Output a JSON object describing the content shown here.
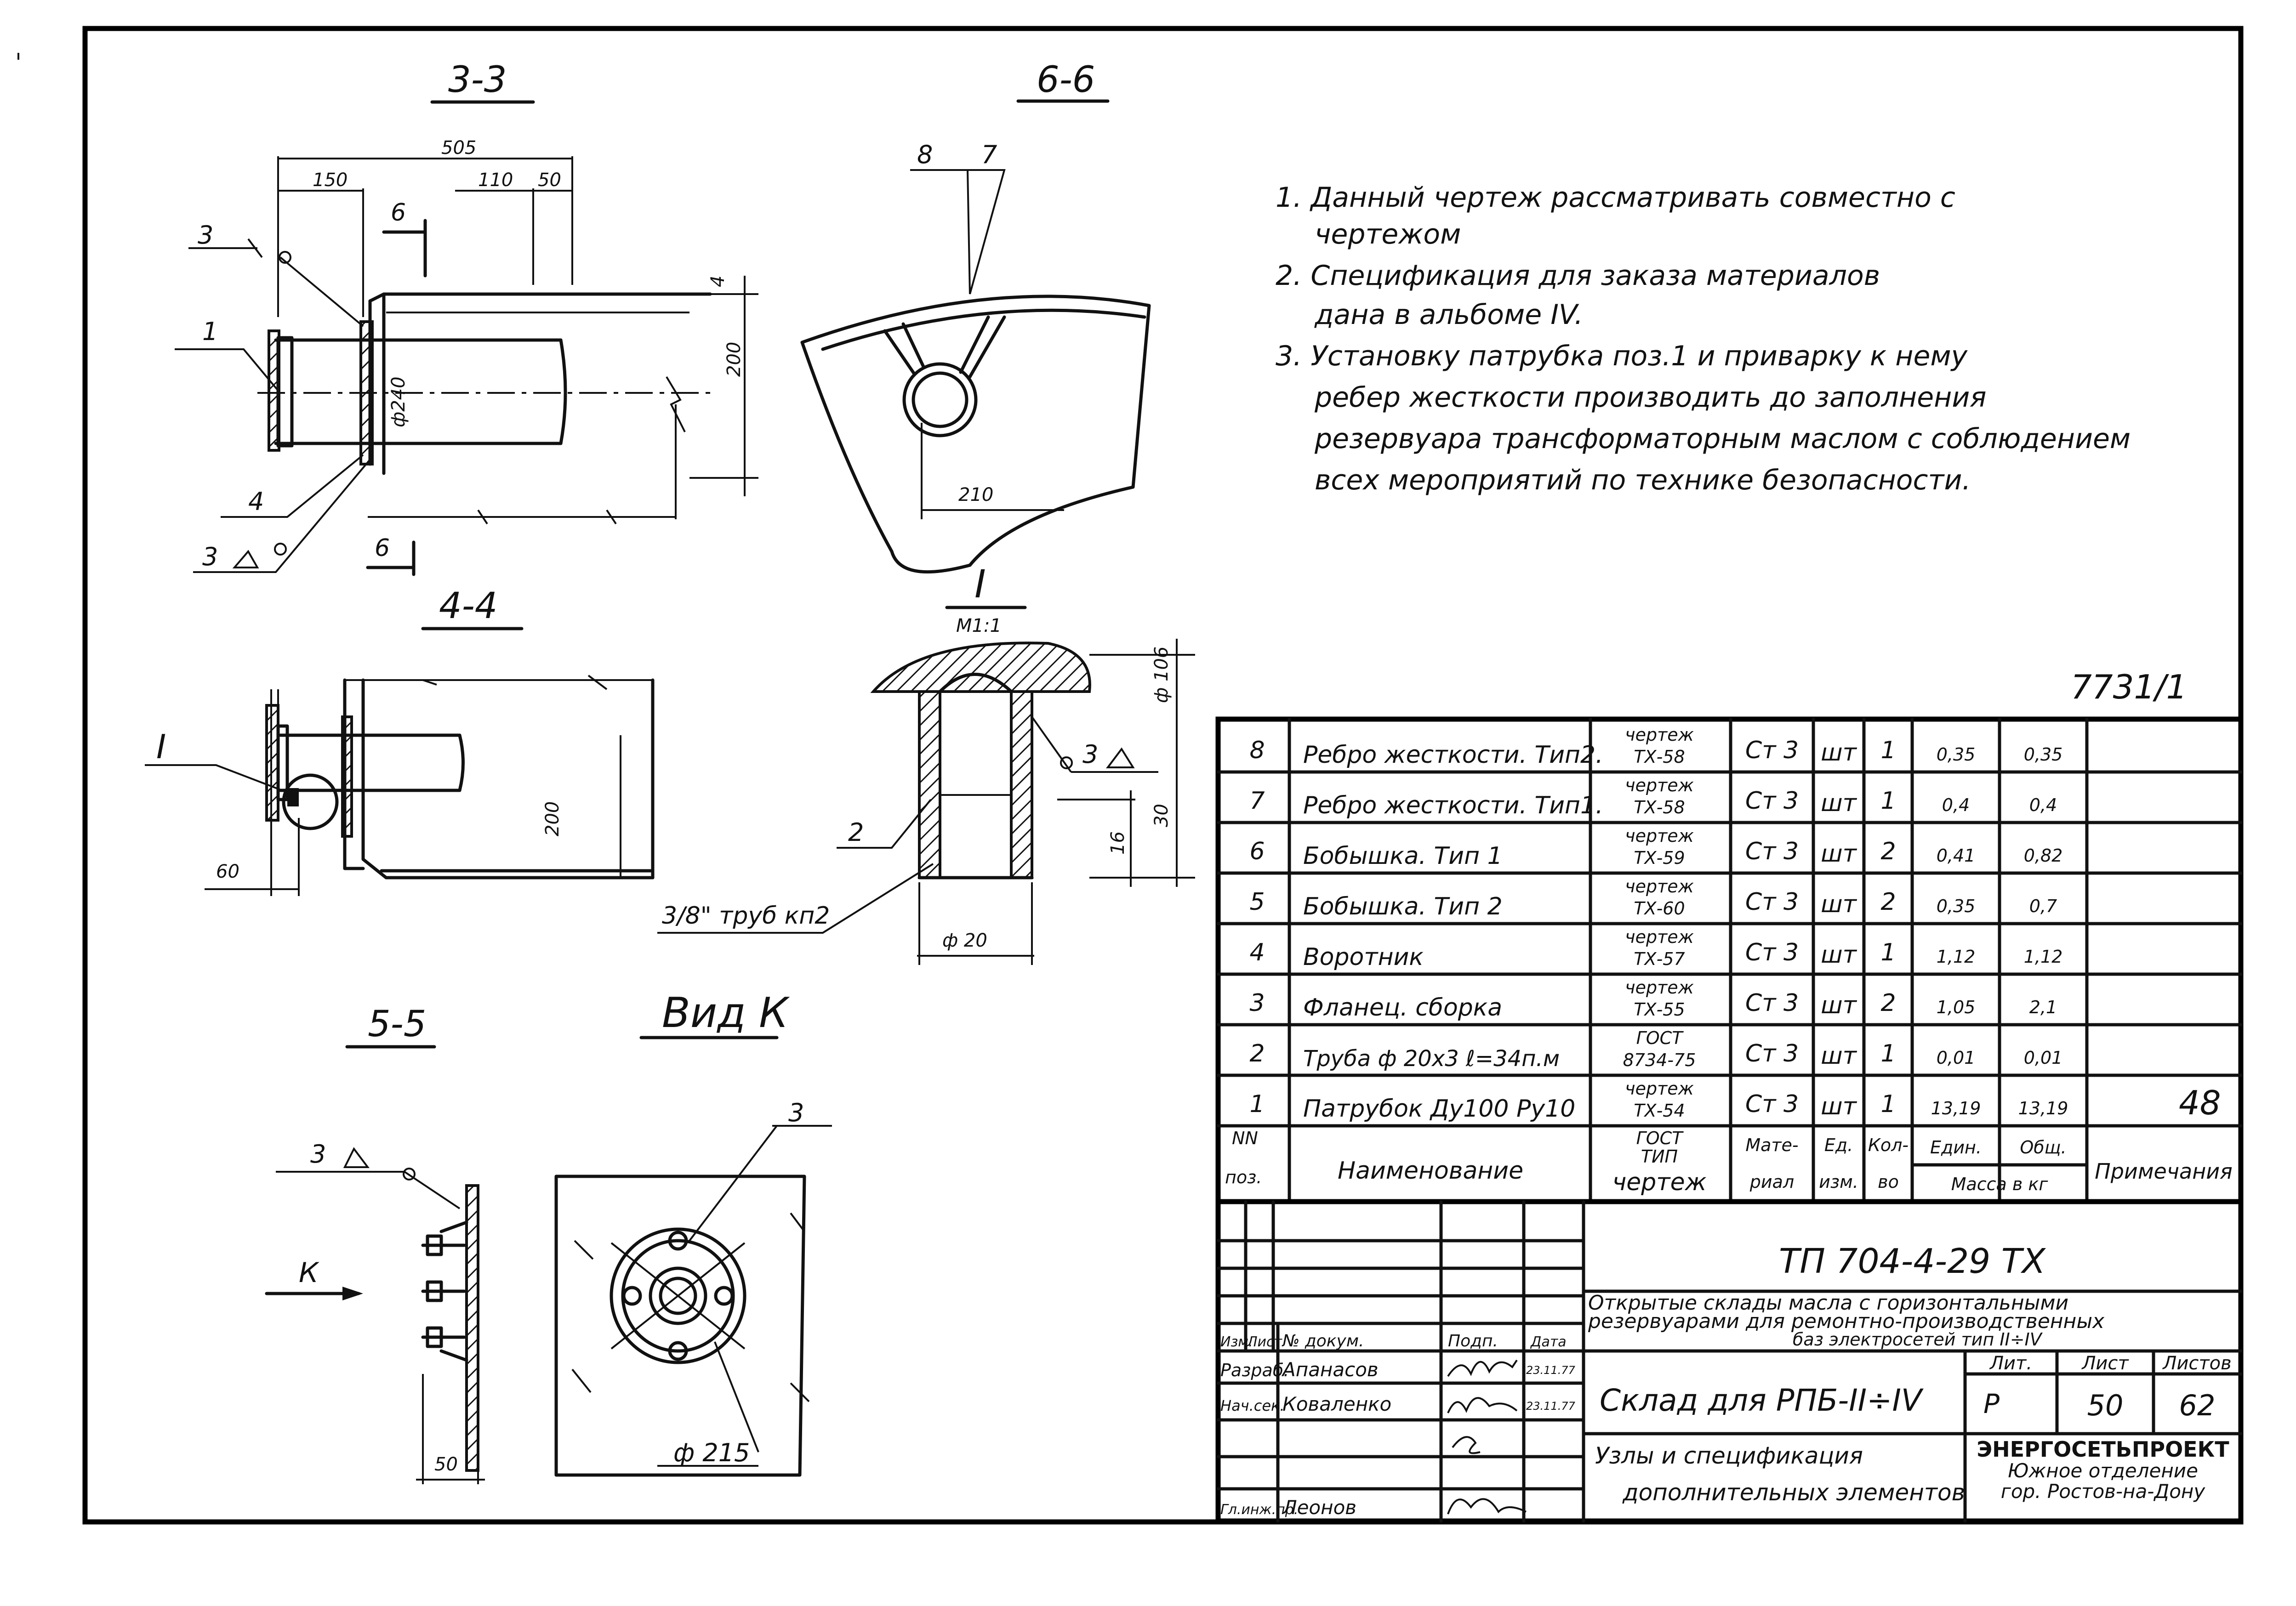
{
  "views": {
    "s33": {
      "title": "3-3",
      "dim_total": "505",
      "dim_150": "150",
      "dim_110": "110",
      "dim_50": "50",
      "dim_4": "4",
      "dim_200": "200",
      "dim_phi": "ф240",
      "pos1": "1",
      "pos3": "3",
      "pos4": "4",
      "weld": "3",
      "cut_label_top": "6",
      "cut_label_bottom": "6"
    },
    "s66": {
      "title": "6-6",
      "pos8": "8",
      "pos7": "7",
      "dim_210": "210"
    },
    "s44": {
      "title": "4-4",
      "callout": "I",
      "dim_60": "60",
      "dim_200": "200"
    },
    "detailI": {
      "title": "I",
      "scale": "М1:1",
      "dim_phi106": "ф 106",
      "dim_30": "30",
      "dim_16": "16",
      "dim_phi20": "ф 20",
      "weld": "3",
      "pos2": "2",
      "pipe_note": "3/8\" труб кп2"
    },
    "s55": {
      "title": "5-5",
      "weld": "3",
      "arrow": "К",
      "dim_50": "50"
    },
    "vidK": {
      "title": "Вид К",
      "pos3": "3",
      "dim_phi215": "ф 215"
    }
  },
  "notes": [
    "1. Данный чертеж рассматривать совместно с",
    "чертежом",
    "2. Спецификация для заказа материалов",
    "дана в альбоме IV.",
    "3. Установку патрубка поз.1 и приварку к нему",
    "ребер жесткости производить до заполнения",
    "резервуара трансформаторным маслом с соблюдением",
    "всех мероприятий по технике безопасности."
  ],
  "sheet_ref": "7731/1",
  "side_number": "48",
  "spec": {
    "rows": [
      {
        "pos": "8",
        "name": "Ребро жесткости. Тип2.",
        "doc1": "чертеж",
        "doc2": "ТХ-58",
        "mat": "Ст 3",
        "unit": "шт",
        "qty": "1",
        "m1": "0,35",
        "m2": "0,35",
        "note": ""
      },
      {
        "pos": "7",
        "name": "Ребро жесткости. Тип1.",
        "doc1": "чертеж",
        "doc2": "ТХ-58",
        "mat": "Ст 3",
        "unit": "шт",
        "qty": "1",
        "m1": "0,4",
        "m2": "0,4",
        "note": ""
      },
      {
        "pos": "6",
        "name": "Бобышка. Тип 1",
        "doc1": "чертеж",
        "doc2": "ТХ-59",
        "mat": "Ст 3",
        "unit": "шт",
        "qty": "2",
        "m1": "0,41",
        "m2": "0,82",
        "note": ""
      },
      {
        "pos": "5",
        "name": "Бобышка. Тип 2",
        "doc1": "чертеж",
        "doc2": "ТХ-60",
        "mat": "Ст 3",
        "unit": "шт",
        "qty": "2",
        "m1": "0,35",
        "m2": "0,7",
        "note": ""
      },
      {
        "pos": "4",
        "name": "Воротник",
        "doc1": "чертеж",
        "doc2": "ТХ-57",
        "mat": "Ст 3",
        "unit": "шт",
        "qty": "1",
        "m1": "1,12",
        "m2": "1,12",
        "note": ""
      },
      {
        "pos": "3",
        "name": "Фланец. сборка",
        "doc1": "чертеж",
        "doc2": "ТХ-55",
        "mat": "Ст 3",
        "unit": "шт",
        "qty": "2",
        "m1": "1,05",
        "m2": "2,1",
        "note": ""
      },
      {
        "pos": "2",
        "name": "Труба ф 20х3 ℓ=34п.м",
        "doc1": "ГОСТ",
        "doc2": "8734-75",
        "mat": "Ст 3",
        "unit": "шт",
        "qty": "1",
        "m1": "0,01",
        "m2": "0,01",
        "note": ""
      },
      {
        "pos": "1",
        "name": "Патрубок Ду100 Ру10",
        "doc1": "чертеж",
        "doc2": "ТХ-54",
        "mat": "Ст 3",
        "unit": "шт",
        "qty": "1",
        "m1": "13,19",
        "m2": "13,19",
        "note": ""
      }
    ],
    "header": {
      "pos1": "NN",
      "pos2": "поз.",
      "name": "Наименование",
      "doc1": "ГОСТ",
      "doc2": "ТИП",
      "doc3": "чертеж",
      "mat1": "Мате-",
      "mat2": "риал",
      "unit1": "Ед.",
      "unit2": "изм.",
      "qty1": "Кол-",
      "qty2": "во",
      "m_unit": "Един.",
      "m_total": "Общ.",
      "mass": "Масса в кг",
      "note": "Примечания"
    }
  },
  "title_block": {
    "code": "ТП 704-4-29 ТХ",
    "desc1": "Открытые склады масла с горизонтальными",
    "desc2": "резервуарами для ремонтно-производственных",
    "desc3": "баз электросетей тип II÷IV",
    "sheet_name": "Склад для РПБ-II÷IV",
    "lit_label": "Лит.",
    "sheet_label": "Лист",
    "sheets_label": "Листов",
    "lit": "Р",
    "sheet": "50",
    "sheets": "62",
    "subtitle1": "Узлы и спецификация",
    "subtitle2": "дополнительных элементов",
    "org1": "ЭНЕРГОСЕТЬПРОЕКТ",
    "org2": "Южное отделение",
    "org3": "гор. Ростов-на-Дону",
    "cols": {
      "izm": "Изм.",
      "list": "Лист",
      "doc": "№ докум.",
      "sign": "Подп.",
      "date": "Дата"
    },
    "people": [
      {
        "role": "Разраб.",
        "name": "Апанасов",
        "date": "23.11.77"
      },
      {
        "role": "Нач.сек.",
        "name": "Коваленко",
        "date": "23.11.77"
      },
      {
        "role": "Гл.инж.пр.",
        "name": "Леонов",
        "date": ""
      }
    ]
  }
}
